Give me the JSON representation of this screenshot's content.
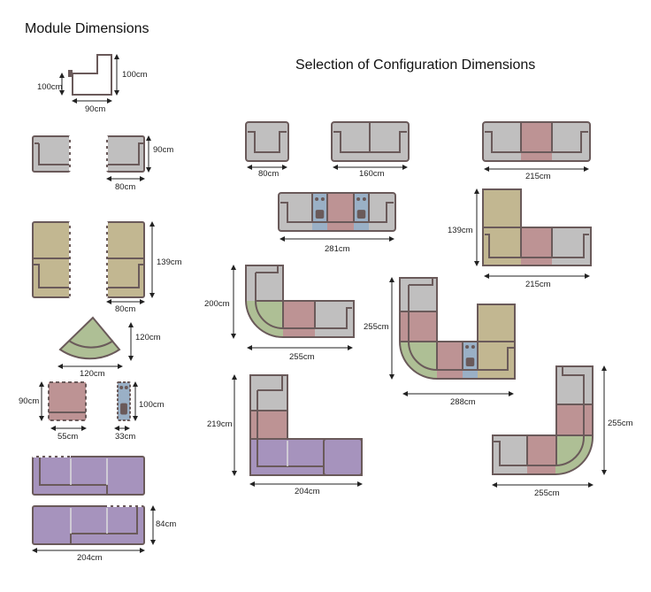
{
  "titles": {
    "modules": "Module Dimensions",
    "configurations": "Selection of Configuration Dimensions"
  },
  "colors": {
    "grey": "#c0bfbf",
    "rose": "#bd9394",
    "tan": "#c2b791",
    "green": "#aebf95",
    "blue": "#9ab0c6",
    "purple": "#a693bd",
    "outline": "#6a5a5a"
  },
  "modules": {
    "side_profile": {
      "height_back": "100cm",
      "height_seat": "100cm",
      "depth": "90cm"
    },
    "corner_units": {
      "width": "80cm",
      "depth": "90cm"
    },
    "chaise_units": {
      "width": "80cm",
      "length": "139cm"
    },
    "curved_corner": {
      "width": "120cm",
      "depth": "120cm"
    },
    "ottoman_seat": {
      "width": "55cm",
      "depth": "90cm"
    },
    "console": {
      "width": "33cm",
      "depth": "100cm"
    },
    "lounger_units": {
      "width": "204cm",
      "depth": "84cm"
    }
  },
  "configurations": {
    "armchair": {
      "width": "80cm"
    },
    "two_seater": {
      "width": "160cm"
    },
    "three_seater": {
      "width": "215cm"
    },
    "console_sofa": {
      "width": "281cm"
    },
    "chaise_sofa": {
      "width": "215cm",
      "depth": "139cm"
    },
    "curved_corner_left": {
      "width": "255cm",
      "depth": "200cm"
    },
    "u_shape": {
      "width": "288cm",
      "depth": "255cm"
    },
    "lounger_corner": {
      "width": "204cm",
      "depth": "219cm"
    },
    "curved_corner_right": {
      "width": "255cm",
      "depth": "255cm"
    }
  }
}
